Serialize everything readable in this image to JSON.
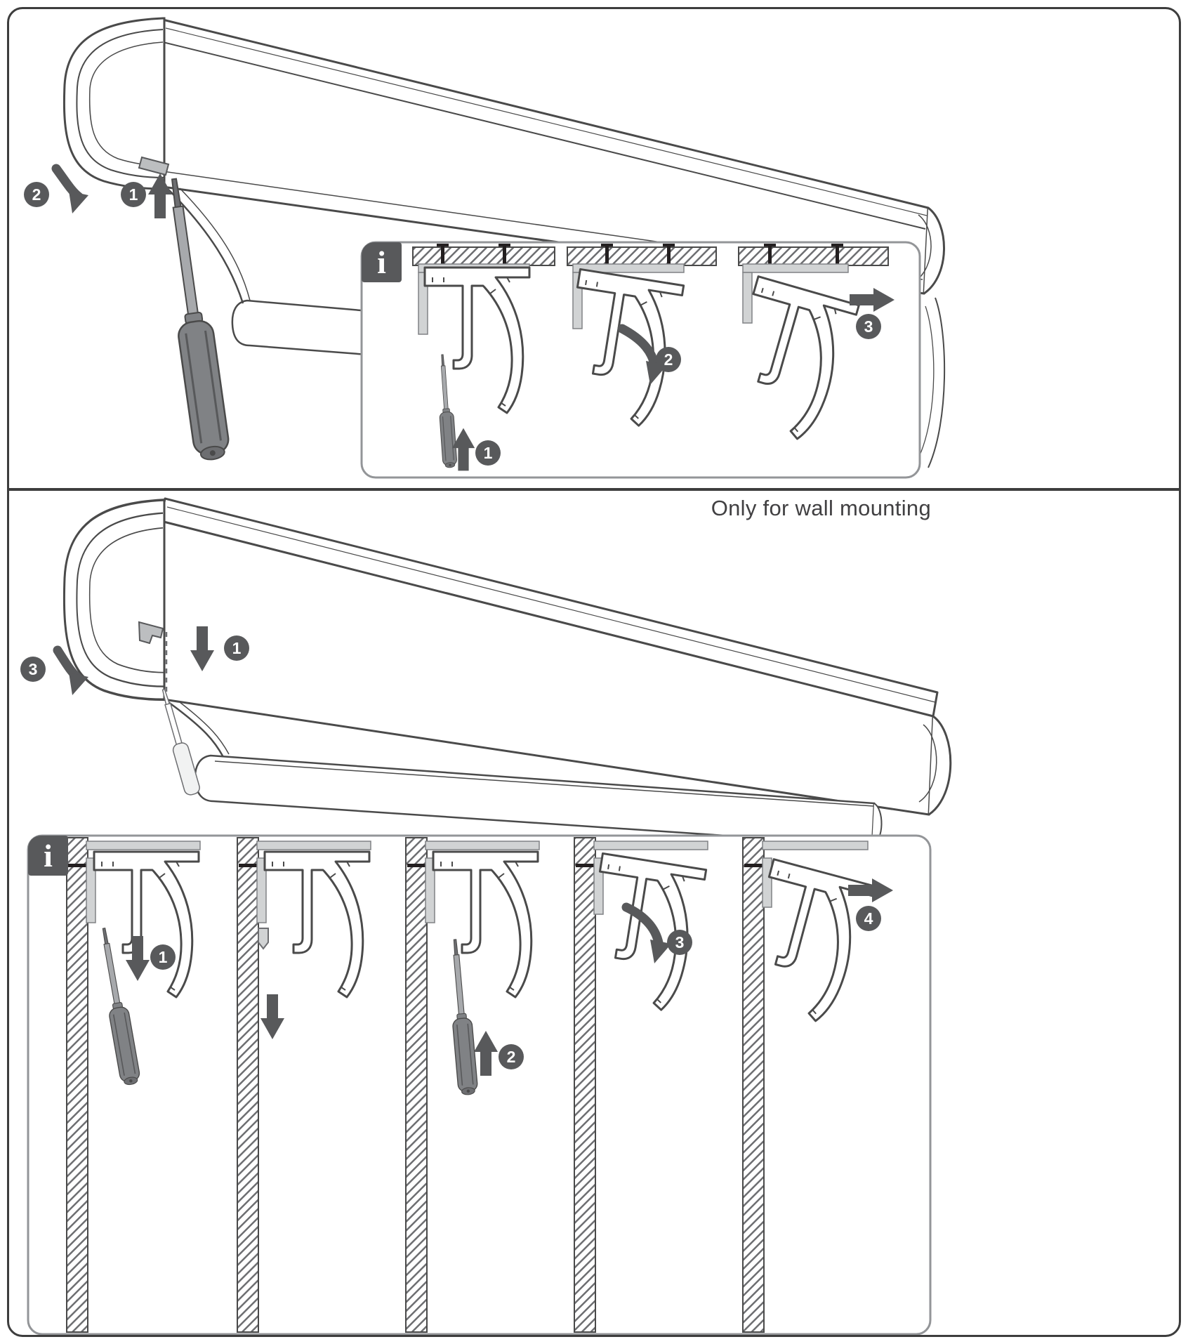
{
  "colors": {
    "ink": "#4a4a4a",
    "accent": "#58595b",
    "badge_text": "#ffffff",
    "light_gray": "#d1d3d4",
    "mid_gray": "#939598",
    "frame_border": "#3d3d3d"
  },
  "top_panel": {
    "badges": {
      "pry_up": "1",
      "rotate_down": "2"
    },
    "inset": {
      "info_icon": "i",
      "badges": {
        "push_up": "1",
        "rotate": "2",
        "slide_out": "3"
      }
    }
  },
  "bottom_panel": {
    "title": "Only for wall mounting",
    "badges": {
      "push_down": "1",
      "rotate_down": "3"
    },
    "inset": {
      "info_icon": "i",
      "badges": {
        "pry_down": "1",
        "push_up": "2",
        "rotate": "3",
        "slide_out": "4"
      }
    }
  }
}
